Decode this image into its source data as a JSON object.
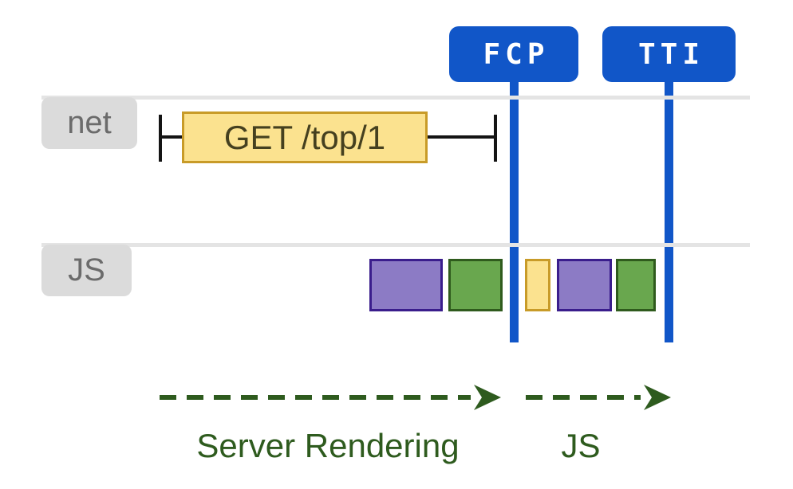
{
  "markers": {
    "fcp": "FCP",
    "tti": "TTI"
  },
  "lanes": {
    "network": "net",
    "javascript": "JS"
  },
  "request": {
    "label": "GET /top/1"
  },
  "phases": {
    "server_rendering": "Server Rendering",
    "js": "JS"
  },
  "js_activity_blocks": [
    {
      "color": "purple"
    },
    {
      "color": "green"
    },
    {
      "color": "yellow"
    },
    {
      "color": "purple"
    },
    {
      "color": "green"
    }
  ],
  "colors": {
    "marker_blue": "#1156C8",
    "request_yellow_fill": "#FBE28F",
    "request_yellow_border": "#C89B28",
    "script_purple_fill": "#8C7BC5",
    "script_purple_border": "#3A1D8C",
    "task_green_fill": "#69A74E",
    "task_green_border": "#2F5B1D",
    "phase_green": "#2E5B1E",
    "lane_tab_gray": "#DBDBDB",
    "track_gray": "#E4E4E4"
  }
}
